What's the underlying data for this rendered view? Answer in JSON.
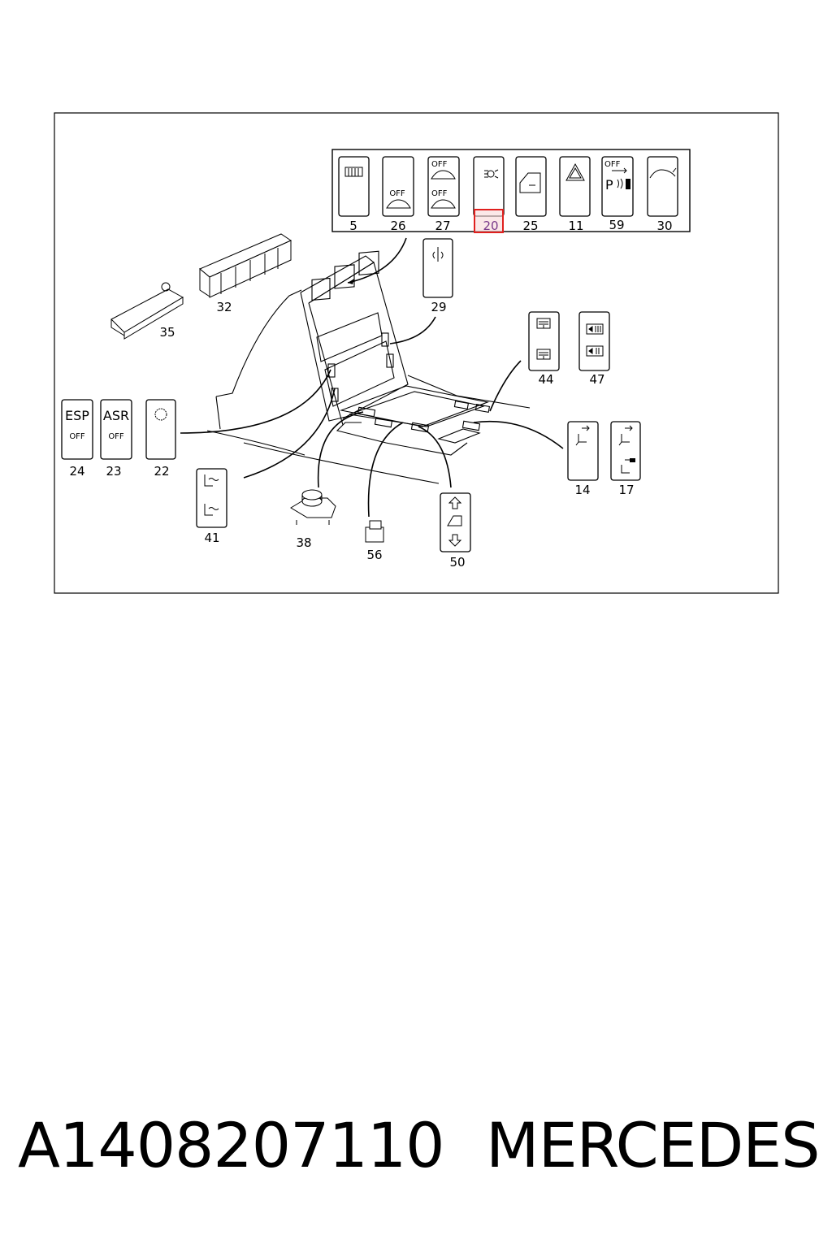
{
  "footer": {
    "part_number": "A1408207110",
    "brand": "MERCEDES"
  },
  "top_strip": [
    {
      "callout": "5",
      "icon": "rear-defrost-icon"
    },
    {
      "callout": "26",
      "icon": "car-alarm-off-icon",
      "text": "OFF"
    },
    {
      "callout": "27",
      "icon": "tow-interior-off-icon",
      "text": "OFF"
    },
    {
      "callout": "20",
      "icon": "fog-light-icon",
      "highlight": true,
      "highlight_color": "#e0201e"
    },
    {
      "callout": "25",
      "icon": "door-lock-icon"
    },
    {
      "callout": "11",
      "icon": "hazard-warning-icon"
    },
    {
      "callout": "59",
      "icon": "parktronic-off-icon",
      "text": "OFF",
      "symbol": "P"
    },
    {
      "callout": "30",
      "icon": "trunk-open-icon"
    }
  ],
  "switches": {
    "esp": {
      "callout": "24",
      "label": "ESP",
      "sub": "OFF"
    },
    "asr": {
      "callout": "23",
      "label": "ASR",
      "sub": "OFF"
    },
    "fan": {
      "callout": "22",
      "icon": "fan-icon"
    },
    "seat_heat": {
      "callout": "41",
      "icon": "seat-heating-icon"
    },
    "knob": {
      "callout": "38",
      "icon": "rotary-knob-icon"
    },
    "small": {
      "callout": "56",
      "icon": "small-switch-icon"
    },
    "window": {
      "callout": "50",
      "icon": "window-up-down-icon"
    },
    "door_lock": {
      "callout": "29",
      "icon": "central-lock-icon"
    },
    "blind": {
      "callout": "44",
      "icon": "sunblind-icon"
    },
    "headrest": {
      "callout": "47",
      "icon": "headrest-icon"
    },
    "seat_adj1": {
      "callout": "14",
      "icon": "seat-adjust-icon"
    },
    "seat_adj2": {
      "callout": "17",
      "icon": "seat-memory-icon"
    },
    "tray": {
      "callout": "35",
      "icon": "tray-icon"
    },
    "vent": {
      "callout": "32",
      "icon": "switch-housing-icon"
    }
  },
  "colors": {
    "line": "#000000",
    "highlight": "#e0201e"
  }
}
